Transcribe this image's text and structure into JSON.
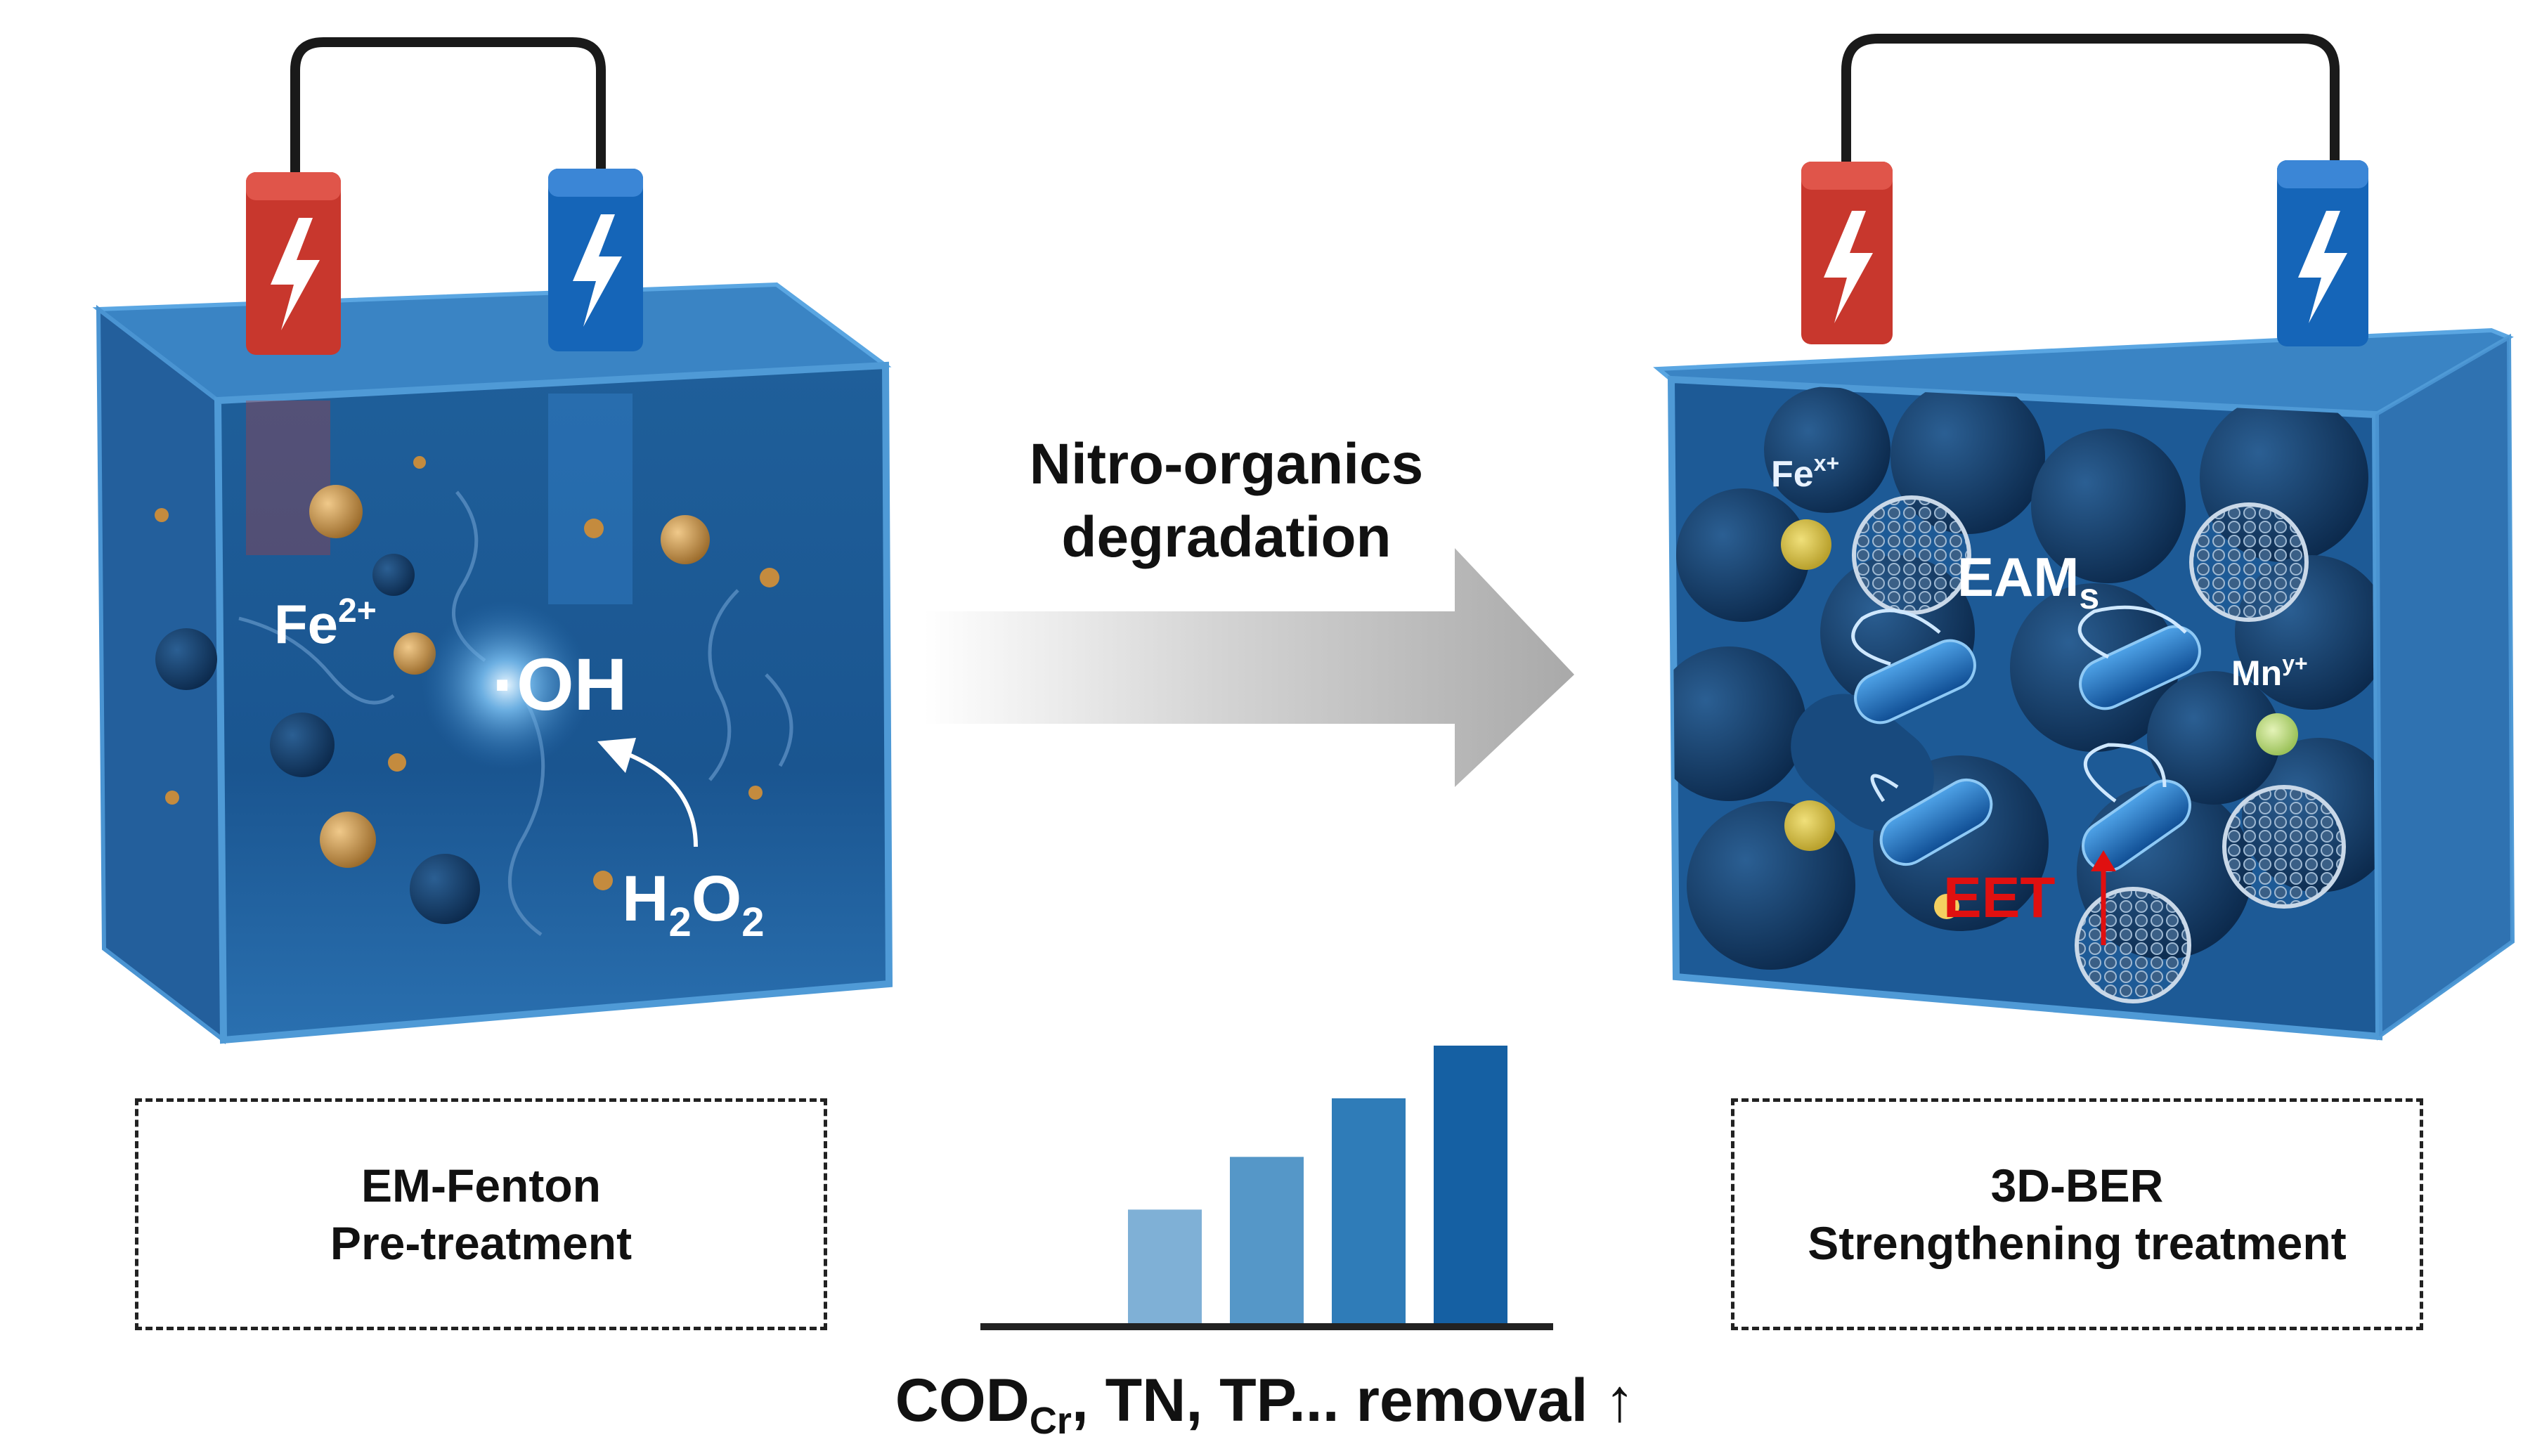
{
  "left_panel": {
    "ion_label": "Fe",
    "ion_charge": "2+",
    "radical_label": "·OH",
    "reagent": {
      "h": "H",
      "h_sub": "2",
      "o": "O",
      "o_sub": "2"
    },
    "caption_line1": "EM-Fenton",
    "caption_line2": "Pre-treatment"
  },
  "middle": {
    "process_line1": "Nitro-organics",
    "process_line2": "degradation",
    "bottom": {
      "prefix": "COD",
      "prefix_sub": "Cr",
      "suffix": ", TN, TP... removal ↑"
    }
  },
  "right_panel": {
    "fe_label": "Fe",
    "fe_charge": "x+",
    "mn_label": "Mn",
    "mn_charge": "y+",
    "eams_main": "EAM",
    "eams_sub": "s",
    "eet_label": "EET",
    "eet_arrow": "↑",
    "caption_line1": "3D-BER",
    "caption_line2": "Strengthening treatment"
  },
  "colors": {
    "anode_red": "#c8372d",
    "cathode_blue": "#1565b8",
    "tank_blue": "#2468a8",
    "eet_red": "#e01010",
    "bar_colors": [
      "#7fb0d6",
      "#5597c8",
      "#2f7cb8",
      "#1560a3"
    ]
  },
  "chart_data": {
    "type": "bar",
    "categories": [
      "",
      "",
      "",
      ""
    ],
    "values": [
      1,
      1.45,
      1.95,
      2.4
    ]
  }
}
